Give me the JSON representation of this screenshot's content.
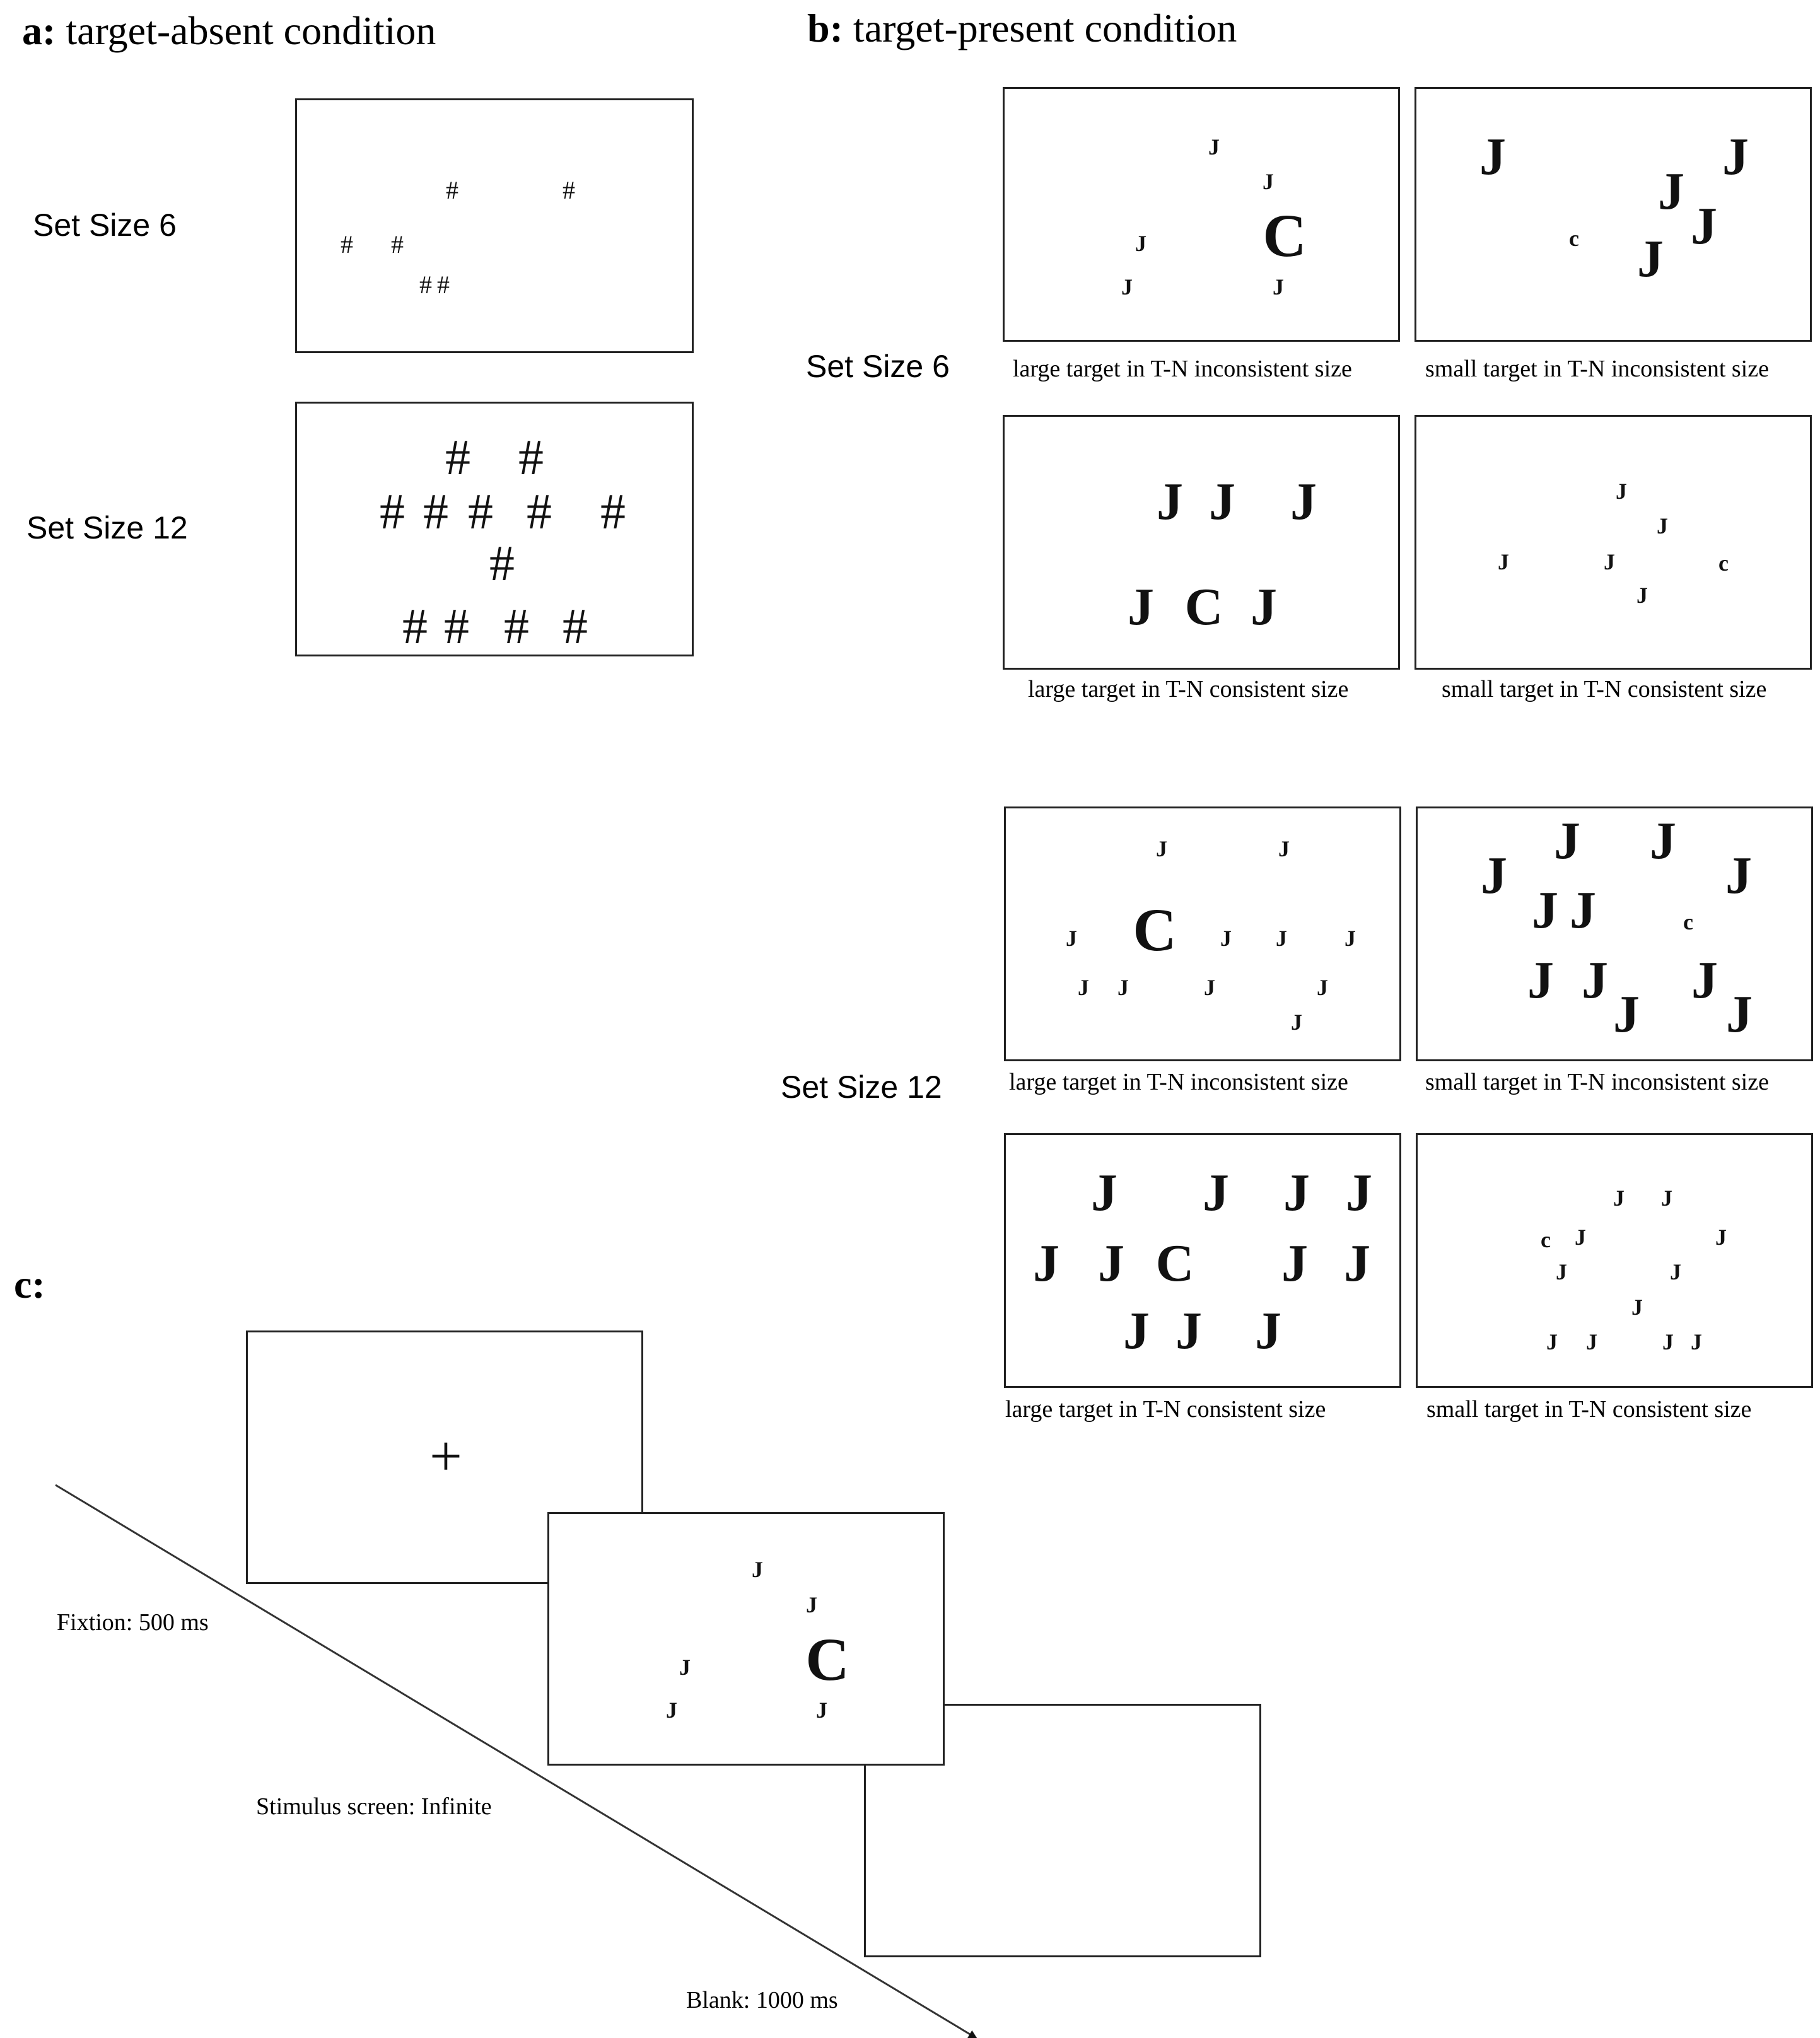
{
  "panel_a": {
    "letter": "a:",
    "title": "target-absent condition",
    "set_size_6_label": "Set Size 6",
    "set_size_12_label": "Set Size 12",
    "symbol": "#"
  },
  "panel_b": {
    "letter": "b:",
    "title": "target-present condition",
    "set_size_6_label": "Set Size 6",
    "set_size_12_label": "Set Size 12",
    "target_large": "C",
    "target_small": "c",
    "distractor": "J",
    "captions": {
      "ss6_large_inconsistent": "large target in T-N inconsistent  size",
      "ss6_small_inconsistent": "small target in T-N inconsistent  size",
      "ss6_large_consistent": "large target in T-N consistent  size",
      "ss6_small_consistent": "small target in T-N consistent  size",
      "ss12_large_inconsistent": "large target in T-N inconsistent  size",
      "ss12_small_inconsistent": "small target in T-N inconsistent  size",
      "ss12_large_consistent": "large target in T-N consistent  size",
      "ss12_small_consistent": "small target in T-N consistent  size"
    }
  },
  "panel_c": {
    "letter": "c:",
    "fixation_symbol": "+",
    "fixation_label": "Fixtion: 500 ms",
    "stimulus_label": "Stimulus screen: Infinite",
    "blank_label": "Blank: 1000 ms"
  }
}
